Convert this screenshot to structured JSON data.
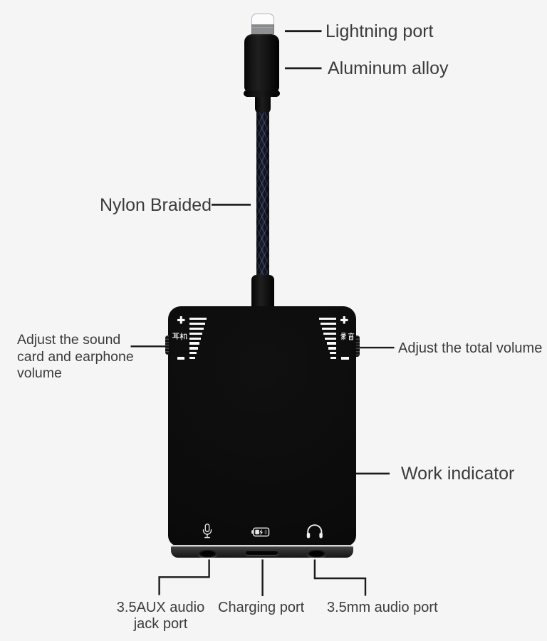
{
  "page": {
    "background": "#f5f5f5",
    "line_color": "#1a1a1a",
    "text_color": "#3b3b3b",
    "product": "lightning-audio-adapter-diagram"
  },
  "callouts": {
    "lightning_port": "Lightning port",
    "aluminum_alloy": "Aluminum alloy",
    "nylon_braided": "Nylon Braided",
    "adjust_sound_lines": [
      "Adjust the sound",
      "card and earphone",
      "volume"
    ],
    "adjust_total": "Adjust the total volume",
    "work_indicator": "Work indicator",
    "aux_port_lines": [
      "3.5AUX audio",
      "jack port"
    ],
    "charging_port": "Charging port",
    "audio_port": "3.5mm audio port"
  },
  "device": {
    "body_color": "#0b0b0b",
    "left_dial": {
      "cn": "耳机",
      "plus": "+",
      "minus": "−"
    },
    "right_dial": {
      "cn": "录音",
      "plus": "+",
      "minus": "−"
    },
    "volume_bar_widths": [
      24,
      22,
      20,
      18,
      16.2,
      13.5,
      11.5,
      9.5,
      8
    ],
    "bottom_icons": [
      "microphone-icon",
      "battery-charging-icon",
      "headphones-icon"
    ]
  }
}
